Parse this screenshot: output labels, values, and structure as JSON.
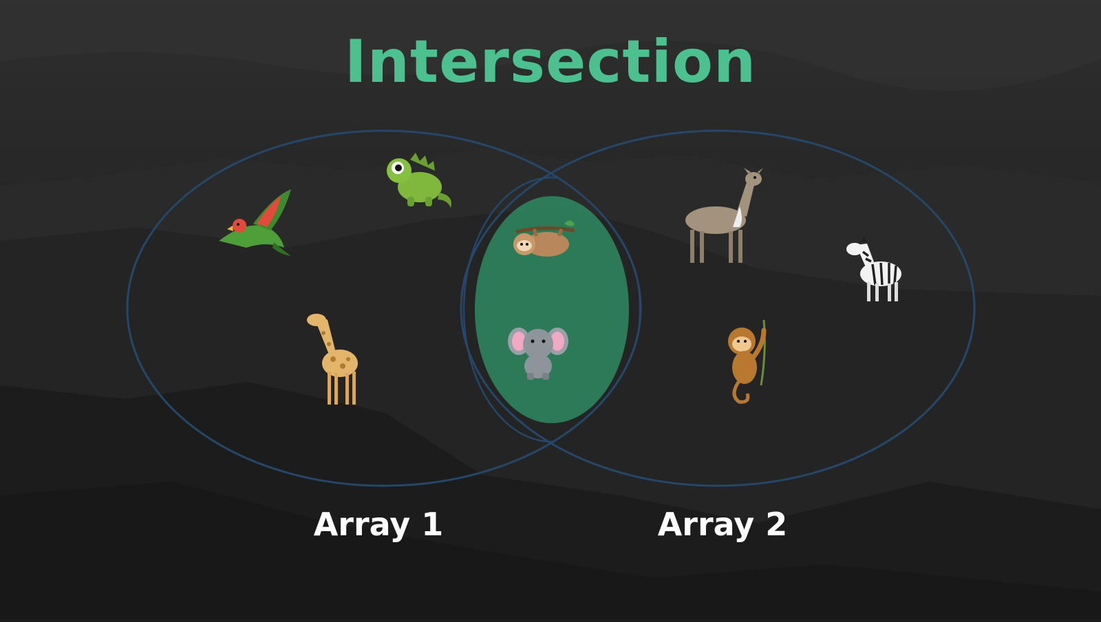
{
  "title": "Intersection",
  "colors": {
    "title": "#4cc08f",
    "intersection_fill": "#2e8a62",
    "ring": "#24476b",
    "label": "#ffffff"
  },
  "sets": {
    "left": {
      "label": "Array 1"
    },
    "right": {
      "label": "Array 2"
    }
  },
  "animals": {
    "left_only": [
      "parrot-icon",
      "iguana-icon",
      "giraffe-icon"
    ],
    "both": [
      "sloth-icon",
      "elephant-icon"
    ],
    "right_only": [
      "deer-icon",
      "zebra-icon",
      "monkey-icon"
    ]
  }
}
